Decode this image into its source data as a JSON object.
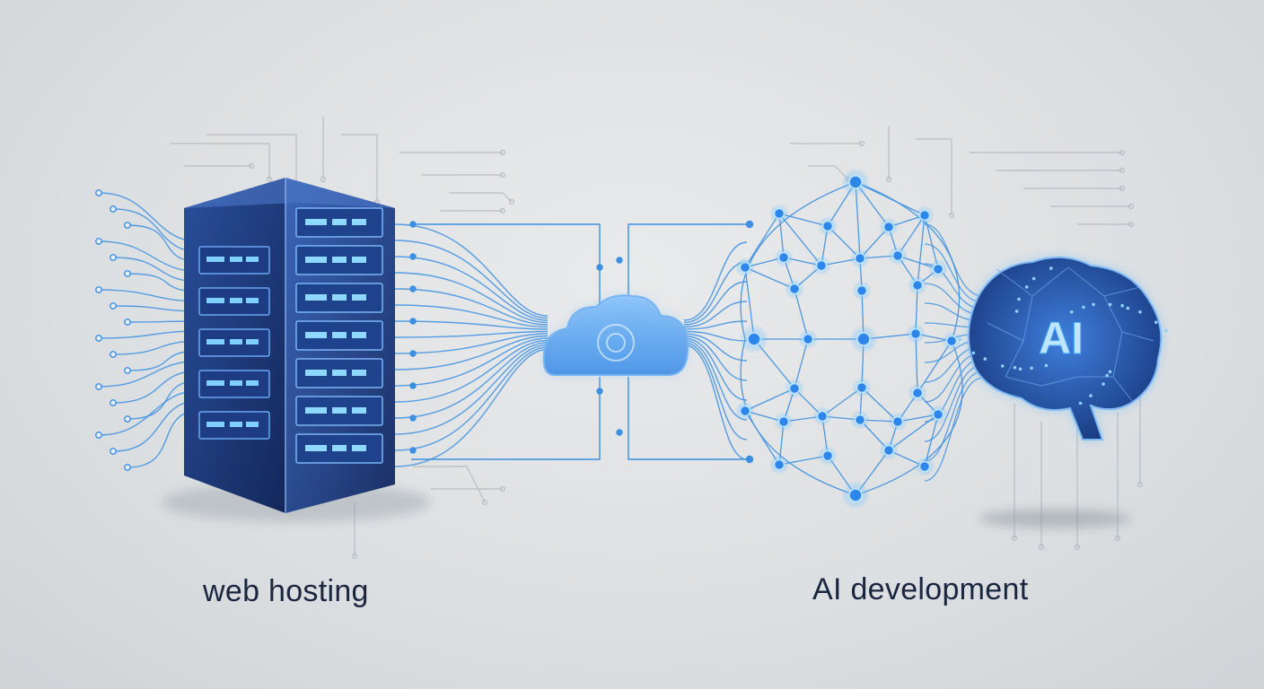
{
  "labels": {
    "left": "web hosting",
    "right": "AI development",
    "brain_badge": "AI"
  },
  "icons": {
    "server": "server-rack-icon",
    "cloud": "cloud-icon",
    "network": "neural-network-icon",
    "brain": "ai-brain-icon"
  },
  "colors": {
    "line": "#3d8fe0",
    "glow": "#4fb3ff",
    "node": "#2f86ea",
    "dark_blue": "#1b3a78",
    "text": "#1a2640"
  }
}
